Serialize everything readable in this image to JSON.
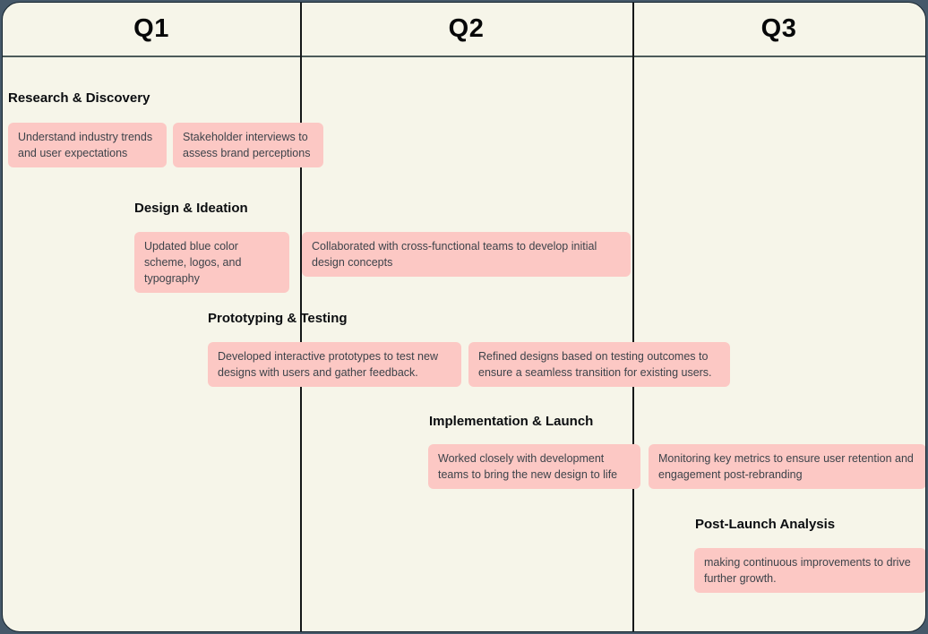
{
  "page": {
    "kind": "quarterly-rebranding-timeline",
    "colors": {
      "outer_background": "#46596a",
      "board_background": "#f6f5e9",
      "board_border": "#16242e",
      "header_divider": "#4d5b5a",
      "column_divider": "#141718",
      "card_background": "#fcc8c4",
      "card_text": "#3d434a",
      "title_text": "#0b0d10"
    }
  },
  "columns": [
    {
      "label": "Q1"
    },
    {
      "label": "Q2"
    },
    {
      "label": "Q3"
    }
  ],
  "phases": [
    {
      "title": "Research & Discovery",
      "cards": [
        {
          "text": "Understand industry trends and user expectations"
        },
        {
          "text": "Stakeholder interviews to assess brand perceptions"
        }
      ]
    },
    {
      "title": "Design & Ideation",
      "cards": [
        {
          "text": "Updated blue color scheme, logos, and typography"
        },
        {
          "text": "Collaborated with cross-functional teams to develop initial design concepts"
        }
      ]
    },
    {
      "title": "Prototyping & Testing",
      "cards": [
        {
          "text": "Developed interactive prototypes to test new designs with users and gather feedback."
        },
        {
          "text": "Refined designs based on testing outcomes to ensure a seamless transition for existing users."
        }
      ]
    },
    {
      "title": "Implementation & Launch",
      "cards": [
        {
          "text": "Worked closely with development teams to bring the new design to life"
        },
        {
          "text": "Monitoring key metrics to ensure user retention and engagement post-rebranding"
        }
      ]
    },
    {
      "title": "Post-Launch Analysis",
      "cards": [
        {
          "text": "making continuous improvements to drive further growth."
        }
      ]
    }
  ]
}
